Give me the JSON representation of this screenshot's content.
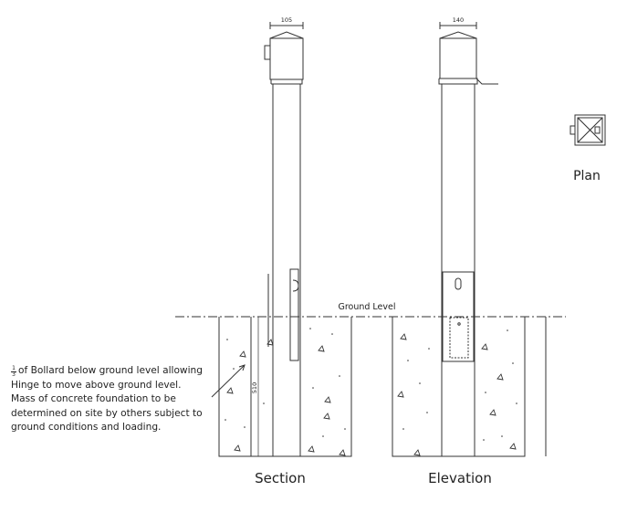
{
  "labels": {
    "ground_level": "Ground Level",
    "section": "Section",
    "elevation": "Elevation",
    "plan": "Plan"
  },
  "dimensions": {
    "section_width": "105",
    "elevation_width": "140",
    "embed_depth": "510"
  },
  "note": {
    "fraction_numerator": "1",
    "fraction_denominator": "3",
    "lines": [
      "of Bollard below ground level allowing",
      "Hinge to move above ground level.",
      "Mass of concrete foundation to be",
      "determined on site by others subject to",
      "ground conditions and loading."
    ]
  }
}
